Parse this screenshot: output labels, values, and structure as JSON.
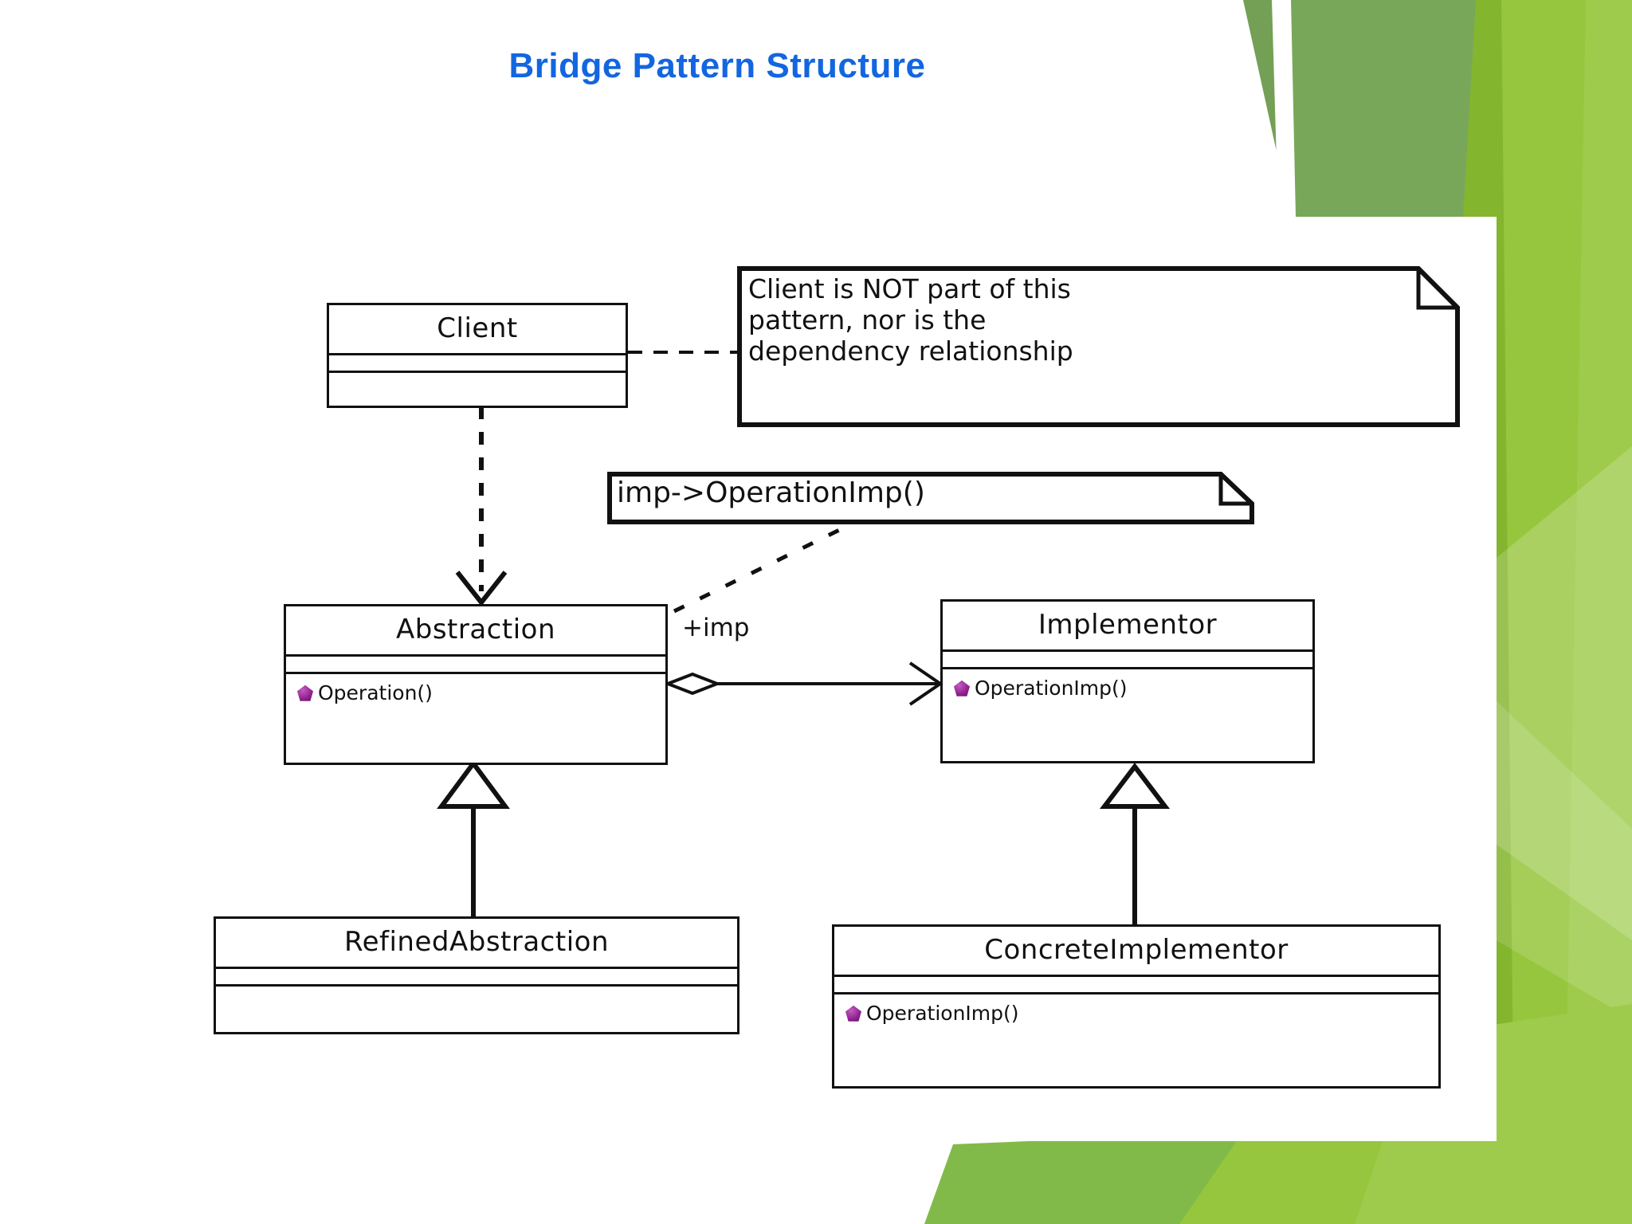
{
  "slide": {
    "title": "Bridge Pattern Structure",
    "title_color": "#1266e0",
    "background": "#ffffff",
    "panel_color": "#ffffff"
  },
  "theme": {
    "green_dark": "#74a055",
    "green_mid": "#84b52e",
    "green_bright": "#96c63d",
    "green_light": "#b4d66c",
    "green_pale": "#cfe3a8",
    "line_color": "#111111",
    "visibility_marker": "#8e1f8e"
  },
  "diagram": {
    "type": "uml-class-diagram",
    "classes": [
      {
        "id": "client",
        "name": "Client",
        "attributes": [],
        "operations": []
      },
      {
        "id": "abstraction",
        "name": "Abstraction",
        "attributes": [],
        "operations": [
          {
            "visibility": "public-diamond-icon",
            "signature": "Operation()"
          }
        ]
      },
      {
        "id": "implementor",
        "name": "Implementor",
        "attributes": [],
        "operations": [
          {
            "visibility": "public-diamond-icon",
            "signature": "OperationImp()"
          }
        ]
      },
      {
        "id": "refined-abstraction",
        "name": "RefinedAbstraction",
        "attributes": [],
        "operations": []
      },
      {
        "id": "concrete-implementor",
        "name": "ConcreteImplementor",
        "attributes": [],
        "operations": [
          {
            "visibility": "public-diamond-icon",
            "signature": "OperationImp()"
          }
        ]
      }
    ],
    "notes": [
      {
        "id": "client-note",
        "text": "Client is NOT part of this\npattern, nor is the\ndependency relationship"
      },
      {
        "id": "imp-note",
        "text": "imp->OperationImp()"
      }
    ],
    "relationships": [
      {
        "id": "client-abstraction",
        "kind": "dependency",
        "from": "Client",
        "to": "Abstraction",
        "label": ""
      },
      {
        "id": "abstraction-implementor",
        "kind": "aggregation",
        "from": "Abstraction",
        "to": "Implementor",
        "label": "+imp"
      },
      {
        "id": "refined-abstraction-abstraction",
        "kind": "generalization",
        "from": "RefinedAbstraction",
        "to": "Abstraction",
        "label": ""
      },
      {
        "id": "concrete-implementor-implementor",
        "kind": "generalization",
        "from": "ConcreteImplementor",
        "to": "Implementor",
        "label": ""
      },
      {
        "id": "client-note-anchor",
        "kind": "note-anchor",
        "from": "client-note",
        "to": "Client",
        "label": ""
      },
      {
        "id": "imp-note-anchor",
        "kind": "note-anchor",
        "from": "imp-note",
        "to": "abstraction-implementor",
        "label": ""
      }
    ],
    "edge_labels": [
      {
        "id": "imp-role",
        "text": "+imp"
      }
    ]
  }
}
